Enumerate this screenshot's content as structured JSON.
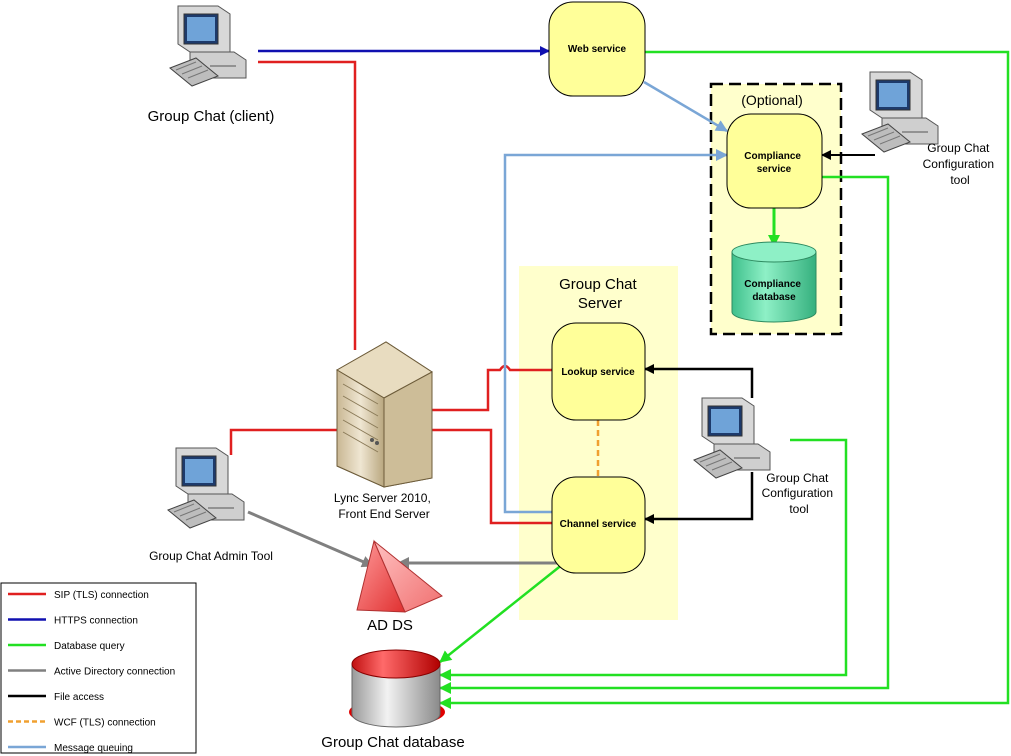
{
  "nodes": {
    "client": "Group Chat (client)",
    "web_service": "Web service",
    "optional": "(Optional)",
    "compliance_service": [
      "Compliance",
      "service"
    ],
    "compliance_database": [
      "Compliance",
      "database"
    ],
    "config_tool_top": [
      "Group Chat",
      "Configuration",
      "tool"
    ],
    "server_group": [
      "Group Chat",
      "Server"
    ],
    "lookup_service": "Lookup service",
    "channel_service": "Channel service",
    "front_end": [
      "Lync Server 2010,",
      "Front End Server"
    ],
    "admin_tool": "Group Chat Admin Tool",
    "config_tool_mid": [
      "Group Chat",
      "Configuration",
      "tool"
    ],
    "adds": "AD DS",
    "database": "Group Chat database"
  },
  "colors": {
    "sip": "#e02020",
    "https": "#1010b0",
    "database_query": "#22e022",
    "active_directory": "#808080",
    "file_access": "#000000",
    "wcf": "#f0a030",
    "message_queuing": "#7aa6d6",
    "service_fill": "#ffff99",
    "group_fill": "#ffffcc",
    "db_fill": "#5fd5a5",
    "adds_fill": "#f06060"
  },
  "legend": [
    {
      "label": "SIP (TLS) connection",
      "color": "#e02020",
      "dashed": false
    },
    {
      "label": "HTTPS connection",
      "color": "#1010b0",
      "dashed": false
    },
    {
      "label": "Database query",
      "color": "#22e022",
      "dashed": false
    },
    {
      "label": "Active Directory connection",
      "color": "#808080",
      "dashed": false
    },
    {
      "label": "File access",
      "color": "#000000",
      "dashed": false
    },
    {
      "label": "WCF (TLS) connection",
      "color": "#f0a030",
      "dashed": true
    },
    {
      "label": "Message queuing",
      "color": "#7aa6d6",
      "dashed": false
    }
  ]
}
